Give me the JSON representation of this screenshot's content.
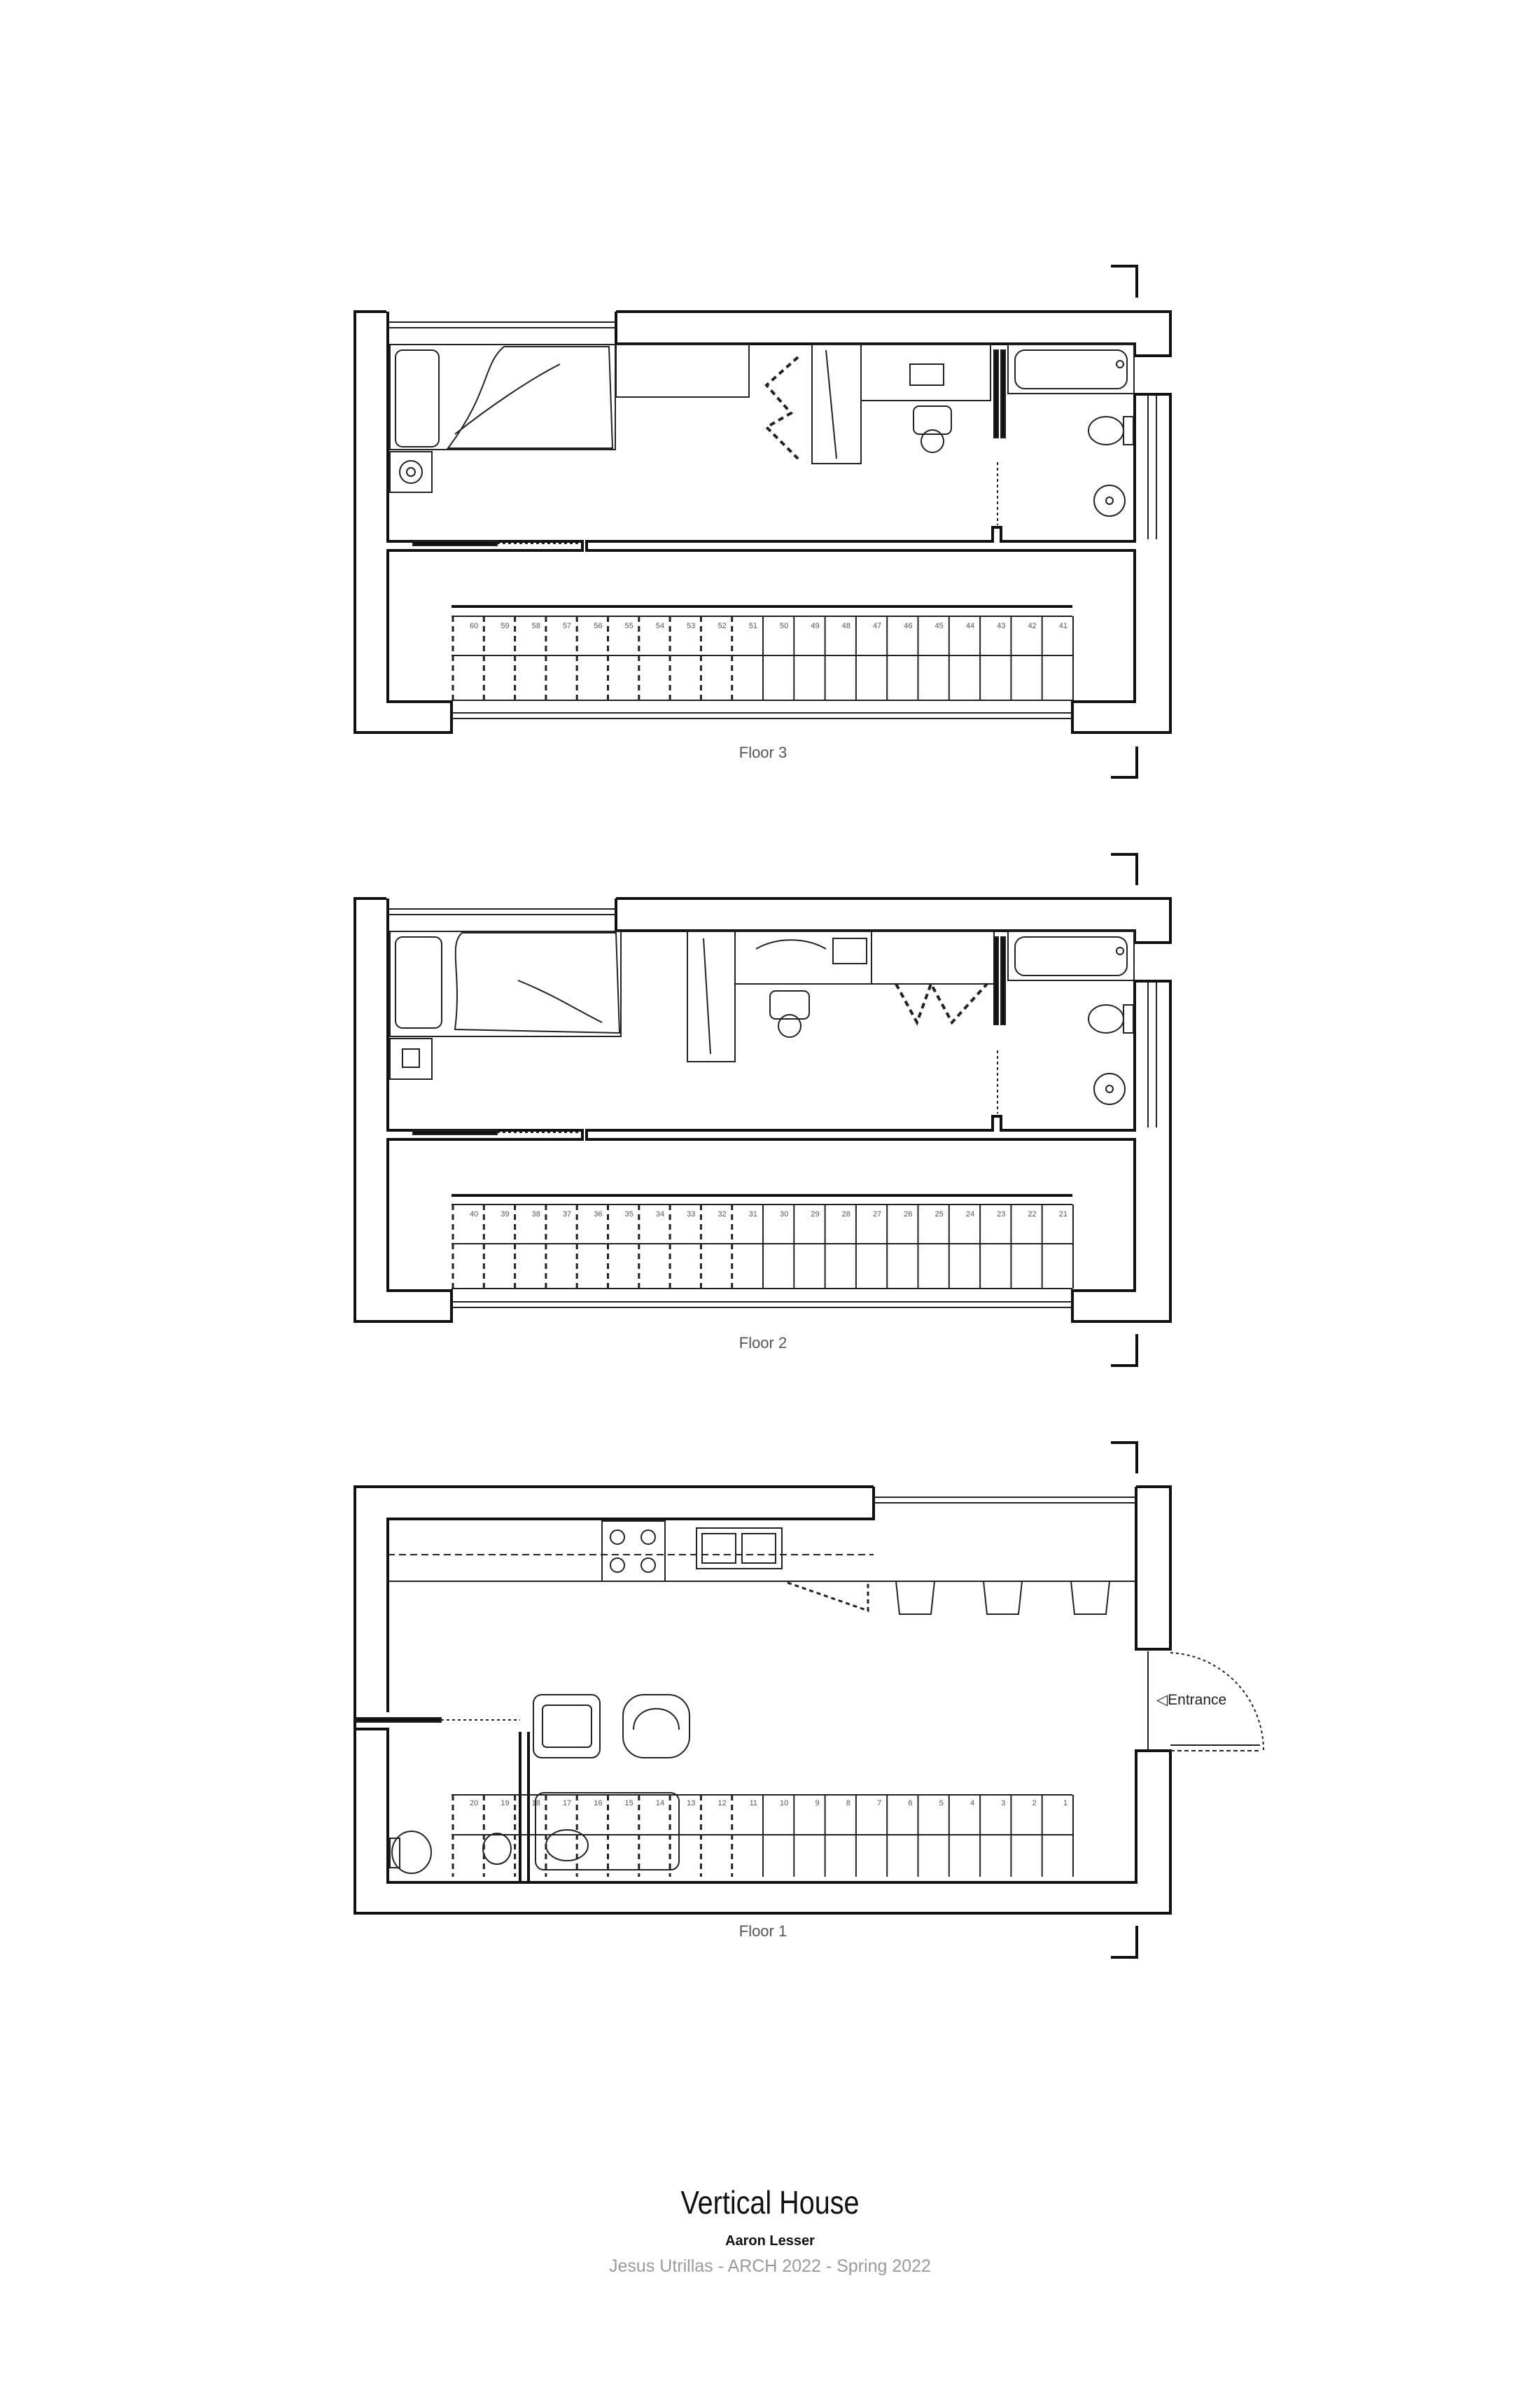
{
  "sheet": {
    "title": "Vertical House",
    "author": "Aaron Lesser",
    "credits": "Jesus Utrillas -  ARCH 2022 - Spring 2022"
  },
  "floors": [
    {
      "label": "Floor 3",
      "stair_numbers": [
        "60",
        "59",
        "58",
        "57",
        "56",
        "55",
        "54",
        "53",
        "52",
        "51",
        "50",
        "49",
        "48",
        "47",
        "46",
        "45",
        "44",
        "43",
        "42",
        "41"
      ]
    },
    {
      "label": "Floor 2",
      "stair_numbers": [
        "40",
        "39",
        "38",
        "37",
        "36",
        "35",
        "34",
        "33",
        "32",
        "31",
        "30",
        "29",
        "28",
        "27",
        "26",
        "25",
        "24",
        "23",
        "22",
        "21"
      ]
    },
    {
      "label": "Floor 1",
      "stair_numbers": [
        "20",
        "19",
        "18",
        "17",
        "16",
        "15",
        "14",
        "13",
        "12",
        "11",
        "10",
        "9",
        "8",
        "7",
        "6",
        "5",
        "4",
        "3",
        "2",
        "1"
      ]
    }
  ],
  "entrance_label": "◁Entrance",
  "colors": {
    "wall": "#111111",
    "line": "#222222",
    "light": "#9a9a9a"
  }
}
